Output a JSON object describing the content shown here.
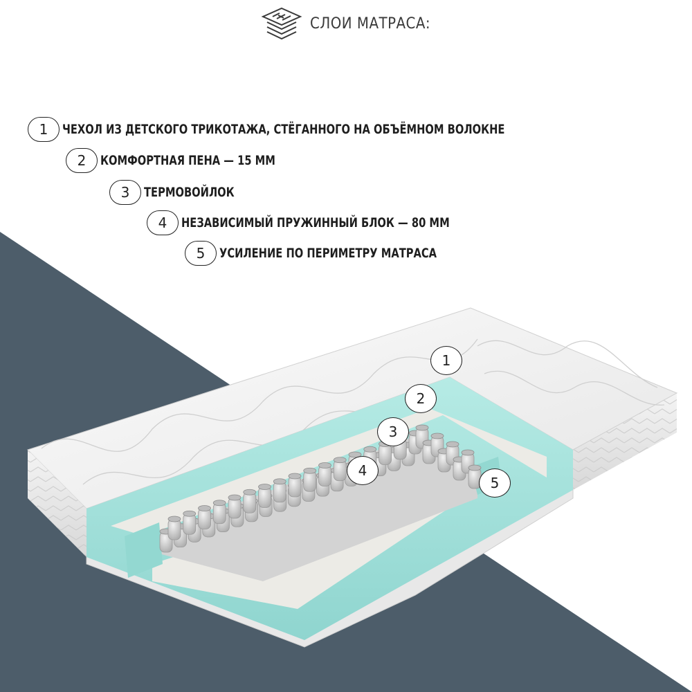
{
  "header": {
    "title": "СЛОИ МАТРАСА:",
    "icon": "layers-icon"
  },
  "legend": [
    {
      "number": "1",
      "text": "ЧЕХОЛ ИЗ ДЕТСКОГО ТРИКОТАЖА, СТЁГАННОГО НА ОБЪЁМНОМ ВОЛОКНЕ"
    },
    {
      "number": "2",
      "text": "КОМФОРТНАЯ ПЕНА — 15 ММ"
    },
    {
      "number": "3",
      "text": "ТЕРМОВОЙЛОК"
    },
    {
      "number": "4",
      "text": "НЕЗАВИСИМЫЙ ПРУЖИННЫЙ БЛОК — 80 ММ"
    },
    {
      "number": "5",
      "text": "УСИЛЕНИЕ ПО ПЕРИМЕТРУ МАТРАСА"
    }
  ],
  "callouts": [
    "1",
    "2",
    "3",
    "4",
    "5"
  ],
  "colors": {
    "background_band": "#4d5d6a",
    "foam": "#9fe0da",
    "cover": "#f2f2f2",
    "felt": "#ecebe6",
    "spring": "#d9d9d9"
  }
}
